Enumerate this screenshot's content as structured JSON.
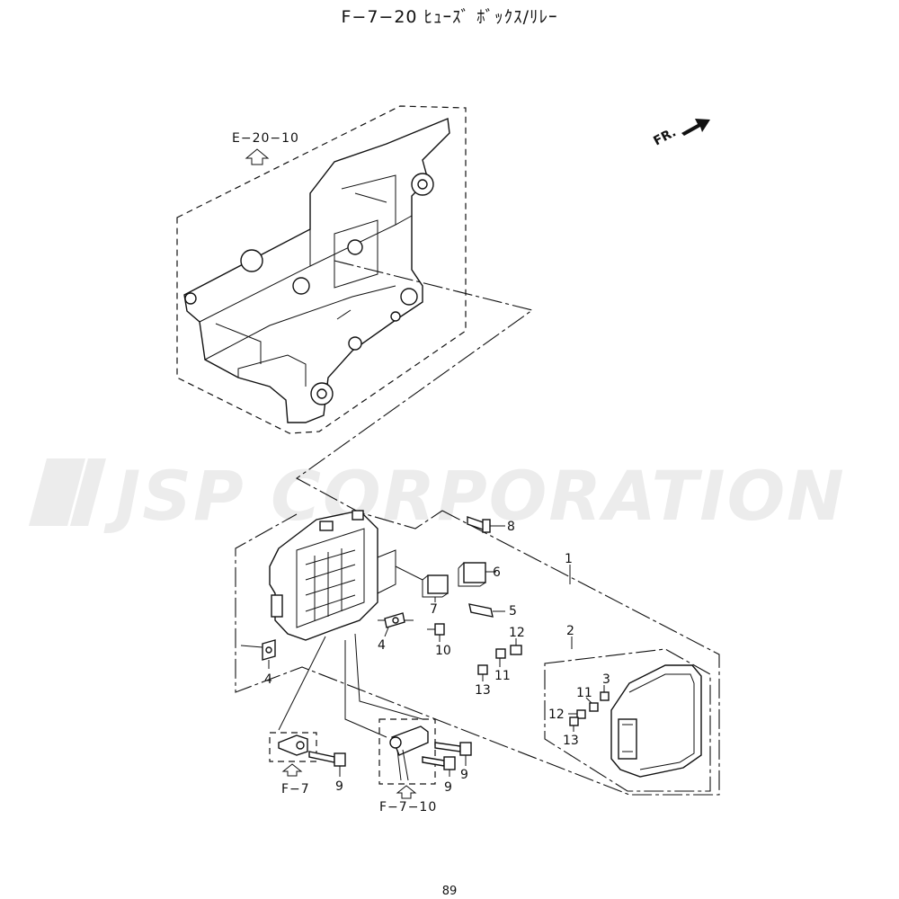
{
  "title": "F−7−20  ﾋｭｰｽﾞ ﾎﾞｯｸｽ/ﾘﾚｰ",
  "watermark": "JSP CORPORATION",
  "direction_label": "FR.",
  "page_number": "89",
  "references": {
    "upper": "E−20−10",
    "left": "F−7",
    "right": "F−7−10"
  },
  "callouts": {
    "p1": "1",
    "p2": "2",
    "p3": "3",
    "p4a": "4",
    "p4b": "4",
    "p5": "5",
    "p6": "6",
    "p7": "7",
    "p8": "8",
    "p9a": "9",
    "p9b": "9",
    "p9c": "9",
    "p10": "10",
    "p11a": "11",
    "p11b": "11",
    "p12a": "12",
    "p12b": "12",
    "p13a": "13",
    "p13b": "13"
  }
}
